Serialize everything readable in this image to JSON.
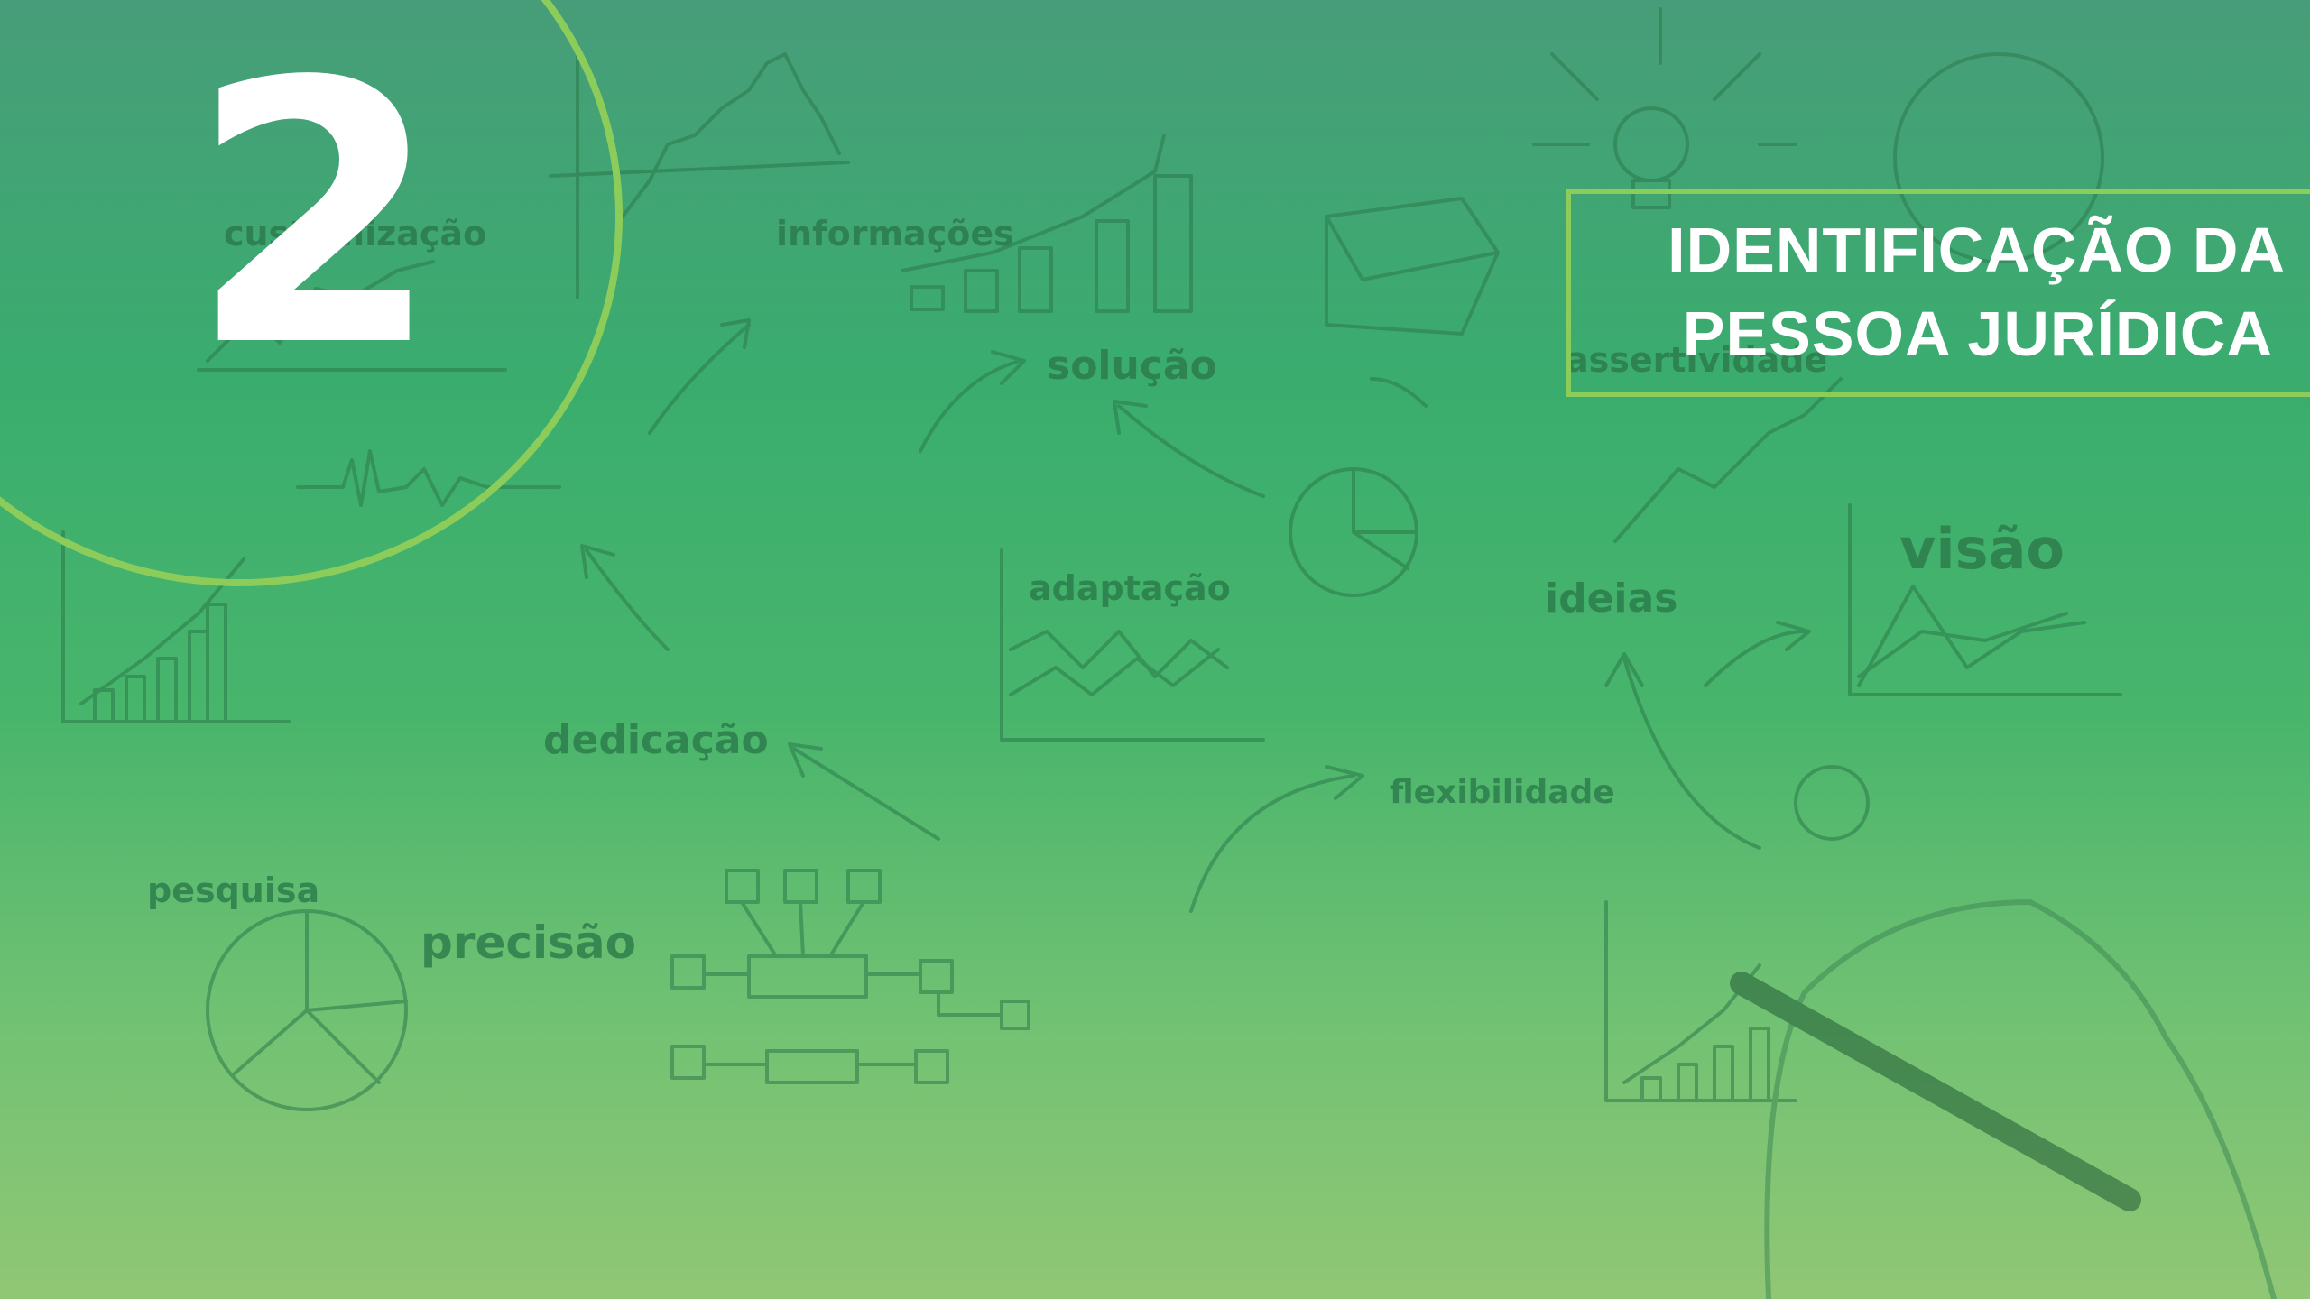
{
  "slide": {
    "section_number": "2",
    "title_line_1": "IDENTIFICAÇÃO DA",
    "title_line_2": "PESSOA JURÍDICA"
  },
  "background_words": {
    "customizacao": "customização",
    "informacoes": "informações",
    "solucao": "solução",
    "adaptacao": "adaptação",
    "ideias": "ideias",
    "visao": "visão",
    "dedicacao": "dedicação",
    "flexibilidade": "flexibilidade",
    "pesquisa": "pesquisa",
    "precisao": "precisão",
    "assertividade": "assertividade"
  },
  "colors": {
    "accent_green": "#8ccc5a",
    "title_text": "#ffffff",
    "background_top": "#479d79",
    "background_bottom": "#90c775",
    "sketch_ink": "#2b7a4a"
  }
}
